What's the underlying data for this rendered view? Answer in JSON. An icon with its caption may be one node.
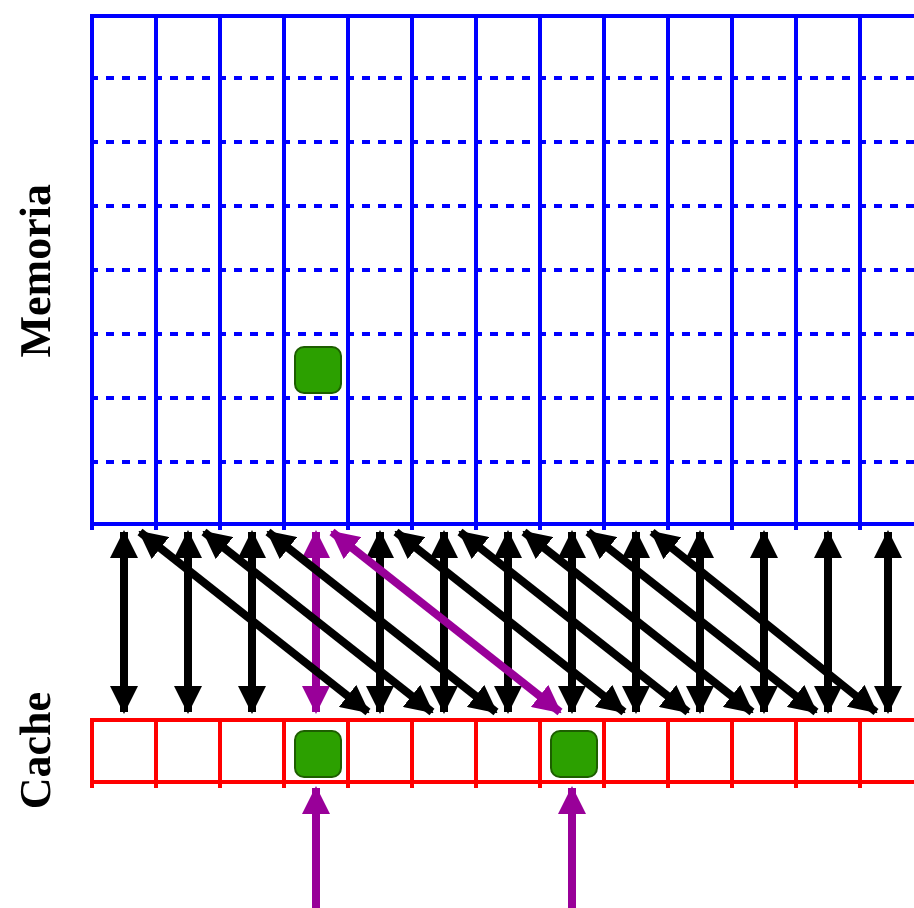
{
  "diagram": {
    "nodes": [
      {
        "text": [
          "Memoria"
        ]
      },
      {
        "text": [],
        "shape": "bar",
        "in": 0
      },
      {
        "text": [],
        "shape": "bar",
        "in": 0
      },
      {
        "text": [],
        "shape": "bar",
        "in": 0
      },
      {
        "text": [],
        "shape": "bar",
        "in": 0
      },
      {
        "text": [],
        "shape": "bar",
        "in": 0
      },
      {
        "text": [],
        "shape": "bar",
        "in": 0
      },
      {
        "text": [],
        "shape": "bar",
        "in": 0
      },
      {
        "text": [],
        "shape": "bar",
        "in": 0
      },
      {
        "text": [],
        "shape": "bar",
        "in": 0
      },
      {
        "text": [],
        "shape": "bar",
        "in": 0
      },
      {
        "text": [],
        "shape": "bar",
        "in": 0
      },
      {
        "text": [],
        "shape": "bar",
        "in": 0
      },
      {
        "text": [],
        "shape": "bar",
        "in": 0
      },
      {
        "text": [
          "Cache"
        ]
      },
      {
        "text": [],
        "shape": "box",
        "in": 14
      },
      {
        "text": [],
        "shape": "box",
        "in": 14
      },
      {
        "text": [],
        "shape": "box",
        "in": 14
      },
      {
        "text": [],
        "shape": "box",
        "in": 14
      },
      {
        "text": [],
        "shape": "box",
        "in": 14
      },
      {
        "text": [],
        "shape": "box",
        "in": 14
      },
      {
        "text": [],
        "shape": "box",
        "in": 14
      },
      {
        "text": [],
        "shape": "box",
        "in": 14
      },
      {
        "text": [],
        "shape": "box",
        "in": 14
      },
      {
        "text": [],
        "shape": "box",
        "in": 14
      },
      {
        "text": [],
        "shape": "box",
        "in": 14
      },
      {
        "text": [],
        "shape": "box",
        "in": 14
      },
      {
        "text": [],
        "shape": "box",
        "in": 14
      },
      {
        "text": [],
        "shape": "box",
        "in": 4
      },
      {
        "text": [],
        "shape": "box",
        "in": 18
      },
      {
        "text": [],
        "shape": "box",
        "in": 22
      }
    ],
    "edges": [
      {
        "from": 1,
        "to": 15,
        "arrow": "both"
      },
      {
        "from": 2,
        "to": 16,
        "arrow": "both"
      },
      {
        "from": 3,
        "to": 17,
        "arrow": "both"
      },
      {
        "from": 4,
        "to": 18,
        "arrow": "both",
        "color": "#990099"
      },
      {
        "from": 5,
        "to": 19,
        "arrow": "both"
      },
      {
        "from": 6,
        "to": 20,
        "arrow": "both"
      },
      {
        "from": 7,
        "to": 21,
        "arrow": "both"
      },
      {
        "from": 8,
        "to": 22,
        "arrow": "both"
      },
      {
        "from": 9,
        "to": 23,
        "arrow": "both"
      },
      {
        "from": 10,
        "to": 24,
        "arrow": "both"
      },
      {
        "from": 11,
        "to": 25,
        "arrow": "both"
      },
      {
        "from": 12,
        "to": 26,
        "arrow": "both"
      },
      {
        "from": 13,
        "to": 27,
        "arrow": "both"
      },
      {
        "from": 1,
        "to": 19,
        "arrow": "both"
      },
      {
        "from": 2,
        "to": 20,
        "arrow": "both"
      },
      {
        "from": 3,
        "to": 21,
        "arrow": "both"
      },
      {
        "from": 4,
        "to": 22,
        "arrow": "both",
        "color": "#990099"
      },
      {
        "from": 5,
        "to": 23,
        "arrow": "both"
      },
      {
        "from": 6,
        "to": 24,
        "arrow": "both"
      },
      {
        "from": 7,
        "to": 25,
        "arrow": "both"
      },
      {
        "from": 8,
        "to": 26,
        "arrow": "both"
      },
      {
        "from": 9,
        "to": 27,
        "arrow": "both"
      },
      {
        "from": null,
        "to": 18,
        "arrow": "to",
        "color": "#990099"
      },
      {
        "from": null,
        "to": 22,
        "arrow": "to",
        "color": "#990099"
      }
    ]
  }
}
